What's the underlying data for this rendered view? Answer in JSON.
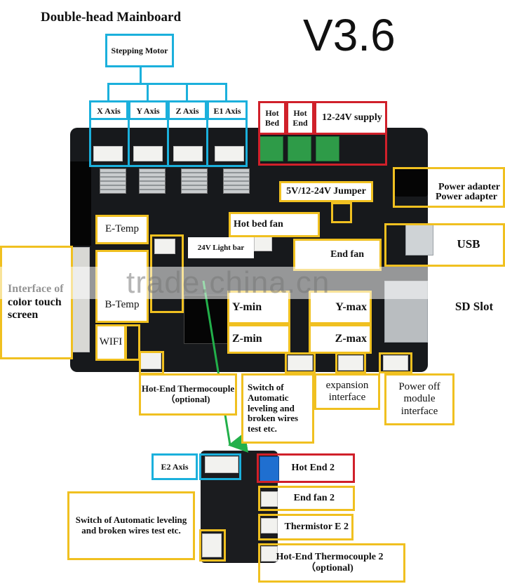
{
  "title": "Double-head Mainboard",
  "version": "V3.6",
  "watermark": "trade.china.cn",
  "motors": {
    "header": "Stepping Motor",
    "axes": [
      "X Axis",
      "Y Axis",
      "Z Axis",
      "E1 Axis"
    ]
  },
  "power": {
    "hot_bed": "Hot Bed",
    "hot_end": "Hot End",
    "supply": "12-24V supply",
    "jumper": "5V/12-24V Jumper",
    "adapter": "Power adapter"
  },
  "labels": {
    "usb": "USB",
    "sd_slot": "SD Slot",
    "hot_bed_fan": "Hot bed fan",
    "e_temp": "E-Temp",
    "light_bar": "24V Light bar",
    "end_fan": "End fan",
    "interface_screen": "Interface of color touch screen",
    "b_temp": "B-Temp",
    "wifi": "WIFI",
    "y_min": "Y-min",
    "y_max": "Y-max",
    "z_min": "Z-min",
    "z_max": "Z-max",
    "thermocouple": "Hot-End Thermocouple （optional)",
    "switch_leveling": "Switch of Automatic leveling and broken wires test etc.",
    "expansion": "expansion interface",
    "power_off": "Power off module interface"
  },
  "expansion_board": {
    "e2_axis": "E2 Axis",
    "hot_end_2": "Hot End 2",
    "end_fan_2": "End fan 2",
    "thermistor_e2": "Thermistor E 2",
    "thermocouple_2": "Hot-End Thermocouple 2 （optional)",
    "switch_leveling_2": "Switch of Automatic leveling and broken wires test etc."
  },
  "colors": {
    "callout_yellow": "#f0c020",
    "callout_cyan": "#1bb0dc",
    "callout_red": "#d0202a",
    "arrow_green": "#22b04a"
  }
}
